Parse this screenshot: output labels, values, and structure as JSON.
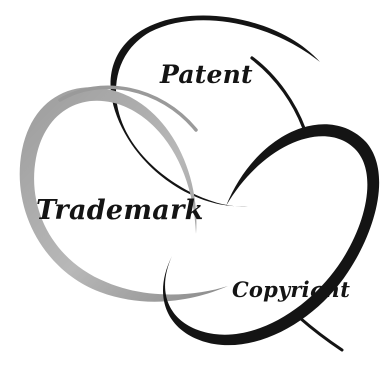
{
  "diagram": {
    "labels": {
      "patent": "Patent",
      "trademark": "Trademark",
      "copyright": "Copyright"
    },
    "colors": {
      "ink": "#141414",
      "grey_ring": "#a6a6a6",
      "grey_ring_dark": "#7a7a7a",
      "background": "#ffffff"
    }
  }
}
